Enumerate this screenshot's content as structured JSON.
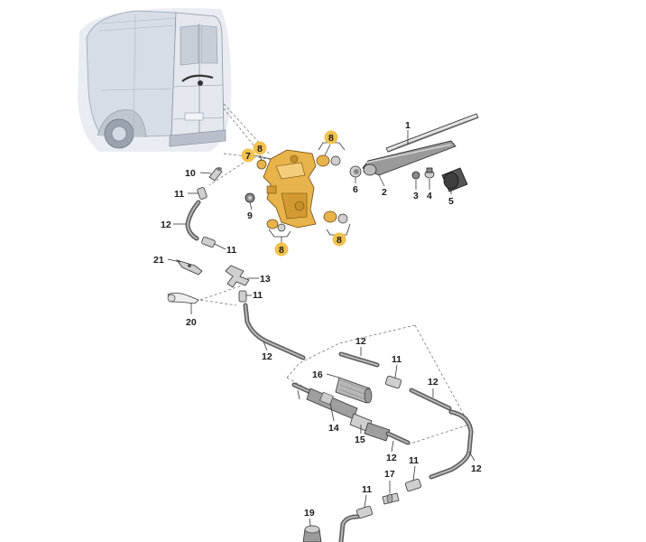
{
  "callouts": [
    {
      "id": "c1",
      "text": "1",
      "highlight": false
    },
    {
      "id": "c2",
      "text": "2",
      "highlight": false
    },
    {
      "id": "c3",
      "text": "3",
      "highlight": false
    },
    {
      "id": "c4",
      "text": "4",
      "highlight": false
    },
    {
      "id": "c5",
      "text": "5",
      "highlight": false
    },
    {
      "id": "c6",
      "text": "6",
      "highlight": false
    },
    {
      "id": "c7",
      "text": "7",
      "highlight": true
    },
    {
      "id": "c8a",
      "text": "8",
      "highlight": true
    },
    {
      "id": "c8b",
      "text": "8",
      "highlight": true
    },
    {
      "id": "c8c",
      "text": "8",
      "highlight": true
    },
    {
      "id": "c8d",
      "text": "8",
      "highlight": true
    },
    {
      "id": "c9",
      "text": "9",
      "highlight": false
    },
    {
      "id": "c10",
      "text": "10",
      "highlight": false
    },
    {
      "id": "c11a",
      "text": "11",
      "highlight": false
    },
    {
      "id": "c11b",
      "text": "11",
      "highlight": false
    },
    {
      "id": "c11c",
      "text": "11",
      "highlight": false
    },
    {
      "id": "c11d",
      "text": "11",
      "highlight": false
    },
    {
      "id": "c11e",
      "text": "11",
      "highlight": false
    },
    {
      "id": "c11f",
      "text": "11",
      "highlight": false
    },
    {
      "id": "c12a",
      "text": "12",
      "highlight": false
    },
    {
      "id": "c12b",
      "text": "12",
      "highlight": false
    },
    {
      "id": "c12c",
      "text": "12",
      "highlight": false
    },
    {
      "id": "c12d",
      "text": "12",
      "highlight": false
    },
    {
      "id": "c12e",
      "text": "12",
      "highlight": false
    },
    {
      "id": "c12f",
      "text": "12",
      "highlight": false
    },
    {
      "id": "c13",
      "text": "13",
      "highlight": false
    },
    {
      "id": "c14",
      "text": "14",
      "highlight": false
    },
    {
      "id": "c15",
      "text": "15",
      "highlight": false
    },
    {
      "id": "c16",
      "text": "16",
      "highlight": false
    },
    {
      "id": "c17",
      "text": "17",
      "highlight": false
    },
    {
      "id": "c19",
      "text": "19",
      "highlight": false
    },
    {
      "id": "c20",
      "text": "20",
      "highlight": false
    },
    {
      "id": "c21",
      "text": "21",
      "highlight": false
    }
  ],
  "colors": {
    "highlight_badge": "#f2c14e",
    "motor_body": "#e8b34a",
    "van_body": "#dde2ea",
    "line": "#333333"
  }
}
